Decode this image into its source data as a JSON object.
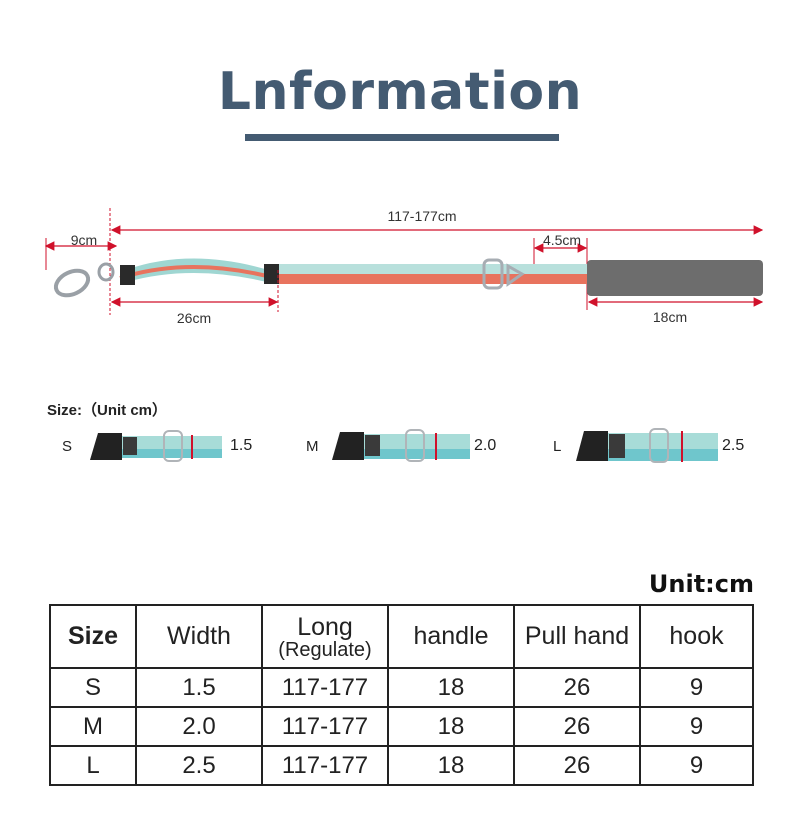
{
  "title": "Lnformation",
  "diagram": {
    "total_length": "117-177cm",
    "hook_length": "9cm",
    "handle_gap": "4.5cm",
    "pull_hand": "26cm",
    "handle": "18cm"
  },
  "sizes": {
    "heading": "Size:（Unit cm）",
    "items": [
      {
        "letter": "S",
        "width": "1.5"
      },
      {
        "letter": "M",
        "width": "2.0"
      },
      {
        "letter": "L",
        "width": "2.5"
      }
    ]
  },
  "unit_label": "Unit:cm",
  "table": {
    "headers": [
      "Size",
      "Width",
      "Long",
      "(Regulate)",
      "handle",
      "Pull hand",
      "hook"
    ],
    "rows": [
      [
        "S",
        "1.5",
        "117-177",
        "18",
        "26",
        "9"
      ],
      [
        "M",
        "2.0",
        "117-177",
        "18",
        "26",
        "9"
      ],
      [
        "L",
        "2.5",
        "117-177",
        "18",
        "26",
        "9"
      ]
    ]
  },
  "colors": {
    "title": "#445b72",
    "dimension_line": "#d0112b",
    "leash_teal": "#9fd6d2",
    "leash_coral": "#e8735e",
    "handle_gray": "#6d6d6d"
  }
}
